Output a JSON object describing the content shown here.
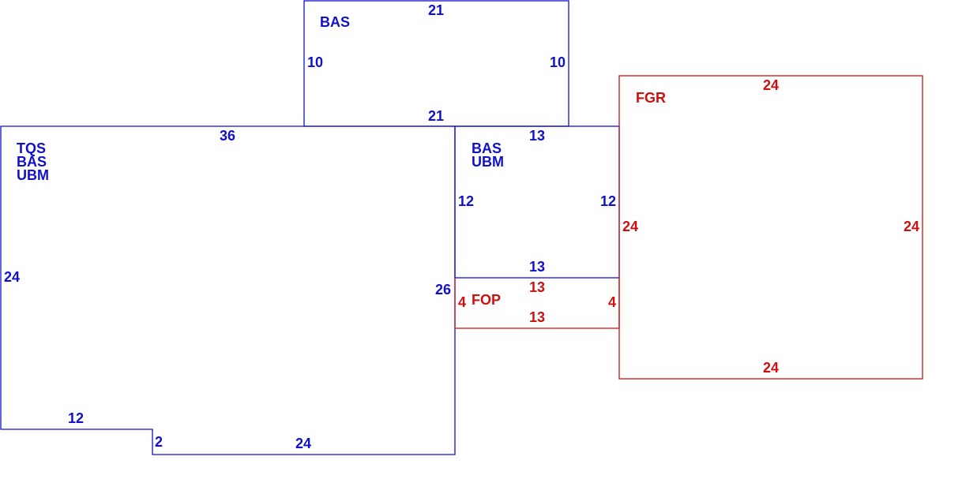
{
  "colors": {
    "blue": "#1010cc",
    "red": "#cc1010"
  },
  "areas": {
    "top_bas": {
      "code": "BAS",
      "top": "21",
      "left": "10",
      "right": "10",
      "bottom": "21"
    },
    "main": {
      "code1": "TQS",
      "code2": "BAS",
      "code3": "UBM",
      "top": "36",
      "left": "24",
      "right": "26",
      "step_top": "12",
      "step_side": "2",
      "bottom": "24"
    },
    "middle": {
      "code1": "BAS",
      "code2": "UBM",
      "top": "13",
      "left": "12",
      "right": "12",
      "bottom": "13"
    },
    "fop": {
      "code": "FOP",
      "top": "13",
      "left": "4",
      "right": "4",
      "bottom": "13"
    },
    "fgr": {
      "code": "FGR",
      "top": "24",
      "left": "24",
      "right": "24",
      "bottom": "24"
    }
  }
}
